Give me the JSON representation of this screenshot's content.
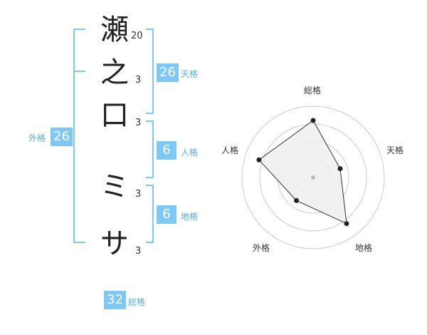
{
  "characters": [
    {
      "char": "瀬",
      "strokes": "20"
    },
    {
      "char": "之",
      "strokes": "3"
    },
    {
      "char": "口",
      "strokes": "3"
    },
    {
      "char": "ミ",
      "strokes": "3"
    },
    {
      "char": "サ",
      "strokes": "3"
    }
  ],
  "kakusu": {
    "tenkaku": {
      "value": "26",
      "label": "天格"
    },
    "jinkaku": {
      "value": "6",
      "label": "人格"
    },
    "chikaku": {
      "value": "6",
      "label": "地格"
    },
    "gaikaku": {
      "value": "26",
      "label": "外格"
    },
    "soukaku": {
      "value": "32",
      "label": "総格"
    }
  },
  "chart_data": {
    "type": "radar",
    "axes": [
      "総格",
      "天格",
      "地格",
      "外格",
      "人格"
    ],
    "values": [
      4,
      2,
      4,
      2,
      4
    ],
    "rmax": 5,
    "rings": 4,
    "colors": {
      "fill": "#eeeeee",
      "stroke": "#333333",
      "point": "#222222",
      "grid": "#cccccc",
      "center": "#bbbbbb"
    }
  },
  "colors": {
    "accent": "#7ec8f5",
    "bracket": "#7ec8f5"
  }
}
